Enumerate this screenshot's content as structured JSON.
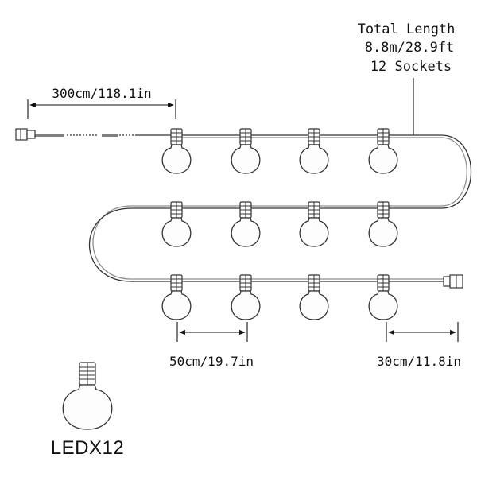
{
  "diagram": {
    "total_length_label": "Total Length",
    "total_length_value": "8.8m/28.9ft",
    "sockets_label": "12 Sockets",
    "lead_length": "300cm/118.1in",
    "bulb_spacing": "50cm/19.7in",
    "end_length": "30cm/11.8in",
    "bulb_label": "LEDX12",
    "bulb_count": 12,
    "rows": 3,
    "bulbs_per_row": 4
  }
}
